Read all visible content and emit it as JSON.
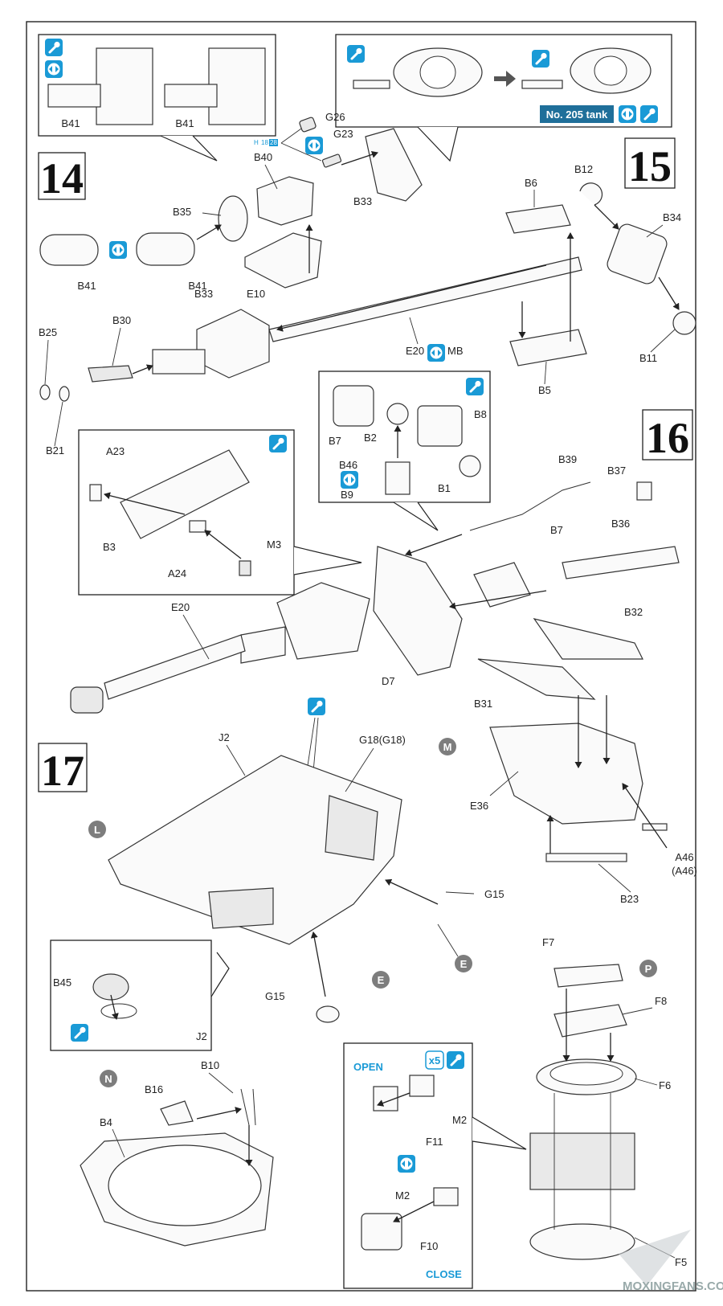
{
  "steps": {
    "s14": "14",
    "s15": "15",
    "s16": "16",
    "s17": "17"
  },
  "tank_badge": "No. 205 tank",
  "open_label": "OPEN",
  "close_label": "CLOSE",
  "x5_label": "x5",
  "sprue_ref": {
    "h": "H",
    "n1": "18",
    "n2": "28"
  },
  "sub_markers": {
    "L": "L",
    "M": "M",
    "N": "N",
    "P": "P",
    "E1": "E",
    "E2": "E"
  },
  "watermark": "MOXINGFANS.COM",
  "parts": {
    "b41_a": "B41",
    "b41_b": "B41",
    "b41_c": "B41",
    "b41_d": "B41",
    "g26": "G26",
    "g23": "G23",
    "b40": "B40",
    "b33_a": "B33",
    "b35": "B35",
    "e10": "E10",
    "b33_b": "B33",
    "b25": "B25",
    "b30": "B30",
    "b21": "B21",
    "e20_mb": "E20",
    "mb": "MB",
    "b6": "B6",
    "b12": "B12",
    "b34": "B34",
    "b11": "B11",
    "b5": "B5",
    "b7_a": "B7",
    "b2": "B2",
    "b8": "B8",
    "b46": "B46",
    "b9": "B9",
    "b1": "B1",
    "a23": "A23",
    "b3": "B3",
    "a24": "A24",
    "m3": "M3",
    "b39": "B39",
    "b37": "B37",
    "b7_b": "B7",
    "b36": "B36",
    "e20": "E20",
    "d7": "D7",
    "b32": "B32",
    "b31": "B31",
    "j2_a": "J2",
    "g18": "G18(G18)",
    "e36": "E36",
    "a46": "A46",
    "a46b": "(A46)",
    "b23": "B23",
    "g15_a": "G15",
    "g15_b": "G15",
    "b45": "B45",
    "j2_b": "J2",
    "f7": "F7",
    "f8": "F8",
    "f6": "F6",
    "b10": "B10",
    "b16": "B16",
    "b4": "B4",
    "m2_a": "M2",
    "f11": "F11",
    "m2_b": "M2",
    "f10": "F10",
    "f5": "F5"
  },
  "colors": {
    "accent": "#1a9ad6",
    "badge": "#1f6f9a",
    "marker": "#7d7d7d",
    "ink": "#222222"
  },
  "icons": [
    "glue-icon",
    "option-rotate-icon",
    "stripe-icon",
    "drill-icon",
    "move-arrow-icon"
  ]
}
